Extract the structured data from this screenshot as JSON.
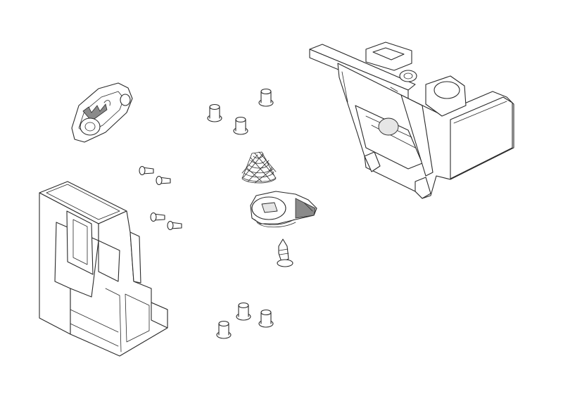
{
  "figure": {
    "description_visible_text": [],
    "colors": {
      "stroke": "#2a2a2a",
      "fill": "#ffffff",
      "shade": "#e6e6e6"
    },
    "parts": [
      "housing-top-right",
      "housing-bottom-left",
      "end-cap-plate",
      "coil-spring",
      "cam-lever",
      "latch-pin",
      "screws"
    ],
    "screw_count": 11
  }
}
